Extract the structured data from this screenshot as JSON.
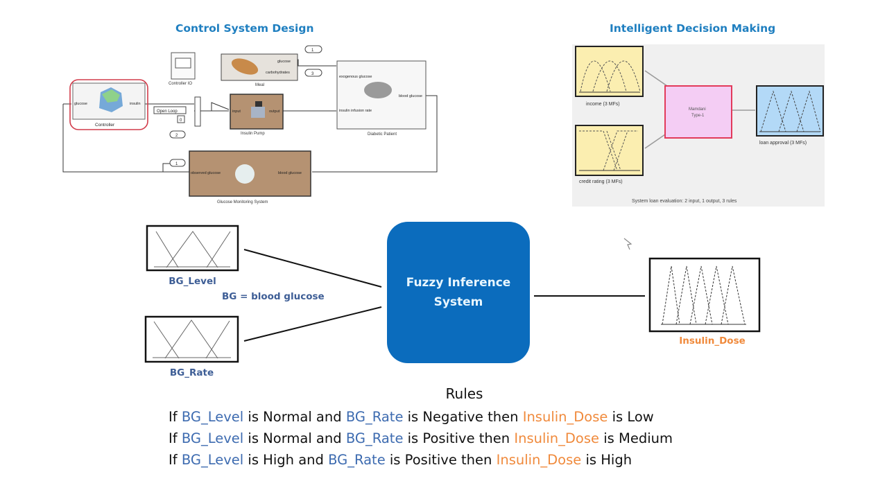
{
  "sections": {
    "control": {
      "title": "Control System Design"
    },
    "decision": {
      "title": "Intelligent Decision Making"
    }
  },
  "simulink": {
    "controller": {
      "label": "Controller",
      "in_port": "glucose",
      "out_port": "insulin"
    },
    "scope": {
      "label": "Controller IO"
    },
    "meal": {
      "label": "Meal",
      "ports": [
        "glucose",
        "carbohydrates"
      ]
    },
    "pump": {
      "label": "Insulin Pump",
      "in_port": "input",
      "out_port": "output"
    },
    "patient": {
      "label": "Diabetic Patient",
      "in_ports": [
        "exogenous glucose",
        "insulin infusion rate"
      ],
      "out_port": "blood glucose"
    },
    "monitor": {
      "label": "Glucose Monitoring System",
      "in_port": "blood glucose",
      "out_port": "observed glucose"
    },
    "open_loop": "Open Loop",
    "constant": "0",
    "outports": [
      "1",
      "2",
      "3",
      "1"
    ]
  },
  "fuzzy_designer": {
    "inputs": [
      {
        "label": "income (3 MFs)"
      },
      {
        "label": "credit rating (3 MFs)"
      }
    ],
    "engine": {
      "line1": "Mamdani",
      "line2": "Type-1"
    },
    "output": {
      "label": "loan approval (3 MFs)"
    },
    "summary": "System loan evaluation: 2 input, 1 output, 3 rules"
  },
  "diagram": {
    "inputs": [
      {
        "label": "BG_Level"
      },
      {
        "label": "BG_Rate"
      }
    ],
    "note": "BG = blood glucose",
    "fis": {
      "line1": "Fuzzy Inference",
      "line2": "System"
    },
    "output": {
      "label": "Insulin_Dose"
    }
  },
  "rules": {
    "title": "Rules",
    "items": [
      {
        "p1": "If ",
        "v1": "BG_Level",
        "p2": " is Normal and ",
        "v2": "BG_Rate",
        "p3": " is Negative then ",
        "v3": "Insulin_Dose",
        "p4": " is Low"
      },
      {
        "p1": "If ",
        "v1": "BG_Level",
        "p2": " is Normal and ",
        "v2": "BG_Rate",
        "p3": " is Positive then ",
        "v3": "Insulin_Dose",
        "p4": " is Medium"
      },
      {
        "p1": "If ",
        "v1": "BG_Level",
        "p2": " is High and ",
        "v2": "BG_Rate",
        "p3": " is Positive then ",
        "v3": "Insulin_Dose",
        "p4": " is High"
      }
    ]
  },
  "colors": {
    "title_blue": "#1f7fc0",
    "fis_blue": "#0b6cbd",
    "input_blue": "#3d6bb0",
    "output_orange": "#f08a3c"
  }
}
